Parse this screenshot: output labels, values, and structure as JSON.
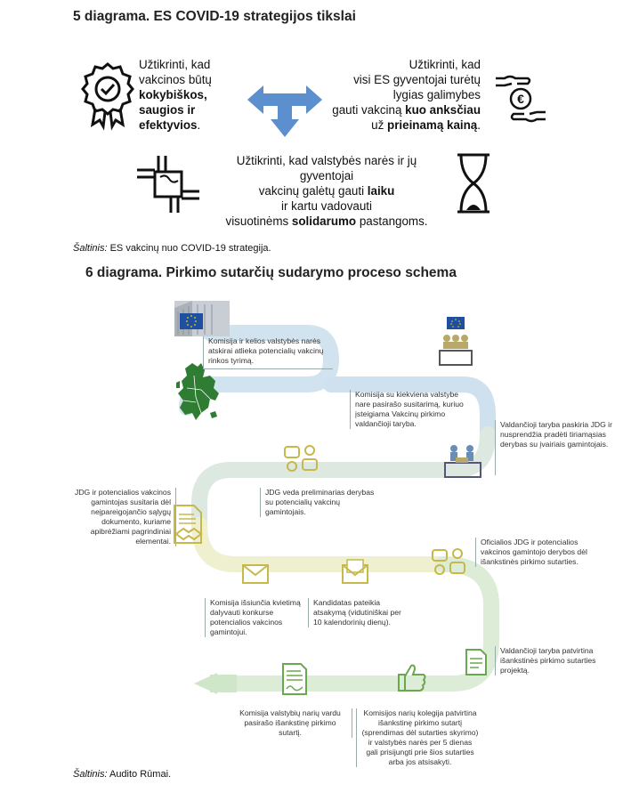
{
  "diagram5": {
    "title": "5 diagrama. ES COVID-19 strategijos tikslai",
    "goal_quality": {
      "line1": "Užtikrinti, kad",
      "line2": "vakcinos būtų",
      "bold1": "kokybiškos,",
      "bold2": "saugios ir",
      "bold3": "efektyvios",
      "end3": "."
    },
    "goal_access": {
      "line1": "Užtikrinti, kad",
      "line2": "visi ES gyventojai turėtų",
      "line3": "lygias galimybes",
      "line4_pre": "gauti vakciną ",
      "line4_bold": "kuo anksčiau",
      "line5_pre": "už ",
      "line5_bold": "prieinamą kainą",
      "line5_end": "."
    },
    "goal_solidarity": {
      "line1": "Užtikrinti, kad valstybės narės ir jų",
      "line2": "gyventojai",
      "line3_pre": "vakcinų galėtų gauti ",
      "line3_bold": "laiku",
      "line4": "ir kartu vadovauti",
      "line5_pre": "visuotinėms ",
      "line5_bold": "solidarumo",
      "line5_end": " pastangoms."
    },
    "source_label": "Šaltinis:",
    "source_text": " ES vakcinų nuo COVID-19 strategija."
  },
  "diagram6": {
    "title": "6 diagrama. Pirkimo sutarčių sudarymo proceso schema",
    "steps": [
      "Komisija ir kelios valstybės narės atskirai atlieka potencialių vakcinų rinkos tyrimą.",
      "Komisija su kiekviena valstybe nare pasirašo susitarimą, kuriuo įsteigiama Vakcinų pirkimo valdančioji taryba.",
      "Valdančioji taryba paskiria JDG ir nusprendžia pradėti tiriamąsias derybas su įvairiais gamintojais.",
      "JDG veda preliminarias derybas su potencialių vakcinų gamintojais.",
      "JDG ir potencialios vakcinos gamintojas susitaria dėl neįpareigojančio sąlygų dokumento, kuriame apibrėžiami pagrindiniai elementai.",
      "Oficialios JDG ir potencialios vakcinos gamintojo derybos dėl išankstinės pirkimo sutarties.",
      "Komisija išsiunčia kvietimą dalyvauti konkurse potencialios vakcinos gamintojui.",
      "Kandidatas pateikia atsakymą (vidutiniškai per 10 kalendorinių dienų).",
      "Valdančioji taryba patvirtina išankstinės pirkimo sutarties projektą.",
      "Komisija valstybių narių vardu pasirašo išankstinę pirkimo sutartį.",
      "Komisijos narių kolegija patvirtina išankstinę pirkimo sutartį (sprendimas dėl sutarties skyrimo) ir valstybės narės per 5 dienas gali prisijungti prie šios sutarties arba jos atsisakyti."
    ],
    "source_label": "Šaltinis:",
    "source_text": " Audito Rūmai."
  },
  "colors": {
    "arrow_blue": "#5b8fce",
    "eu_blue": "#1f4fa0",
    "eu_gold": "#ffd400",
    "map_green": "#2e7d32",
    "path_blue": "#cfe0ee",
    "path_yellow": "#f0f0c8",
    "path_green": "#d7ecd2",
    "icon_gold": "#c7b84a",
    "icon_green": "#6aa84f"
  }
}
